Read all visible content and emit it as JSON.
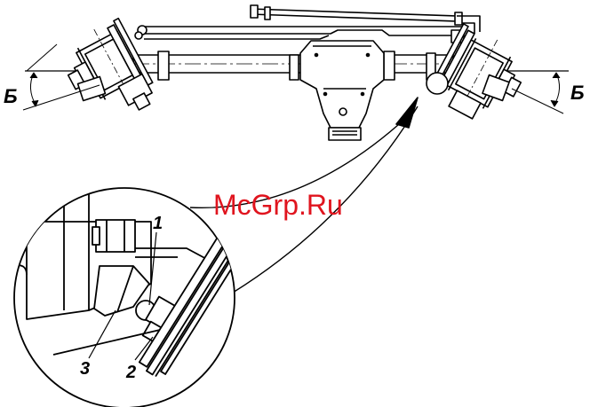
{
  "watermark": {
    "text": "McGrp.Ru",
    "color": "#e0141e"
  },
  "labels": {
    "angle_left": "Б",
    "angle_right": "Б",
    "callout_1": "1",
    "callout_2": "2",
    "callout_3": "3"
  },
  "colors": {
    "line": "#000000",
    "background": "#ffffff"
  }
}
